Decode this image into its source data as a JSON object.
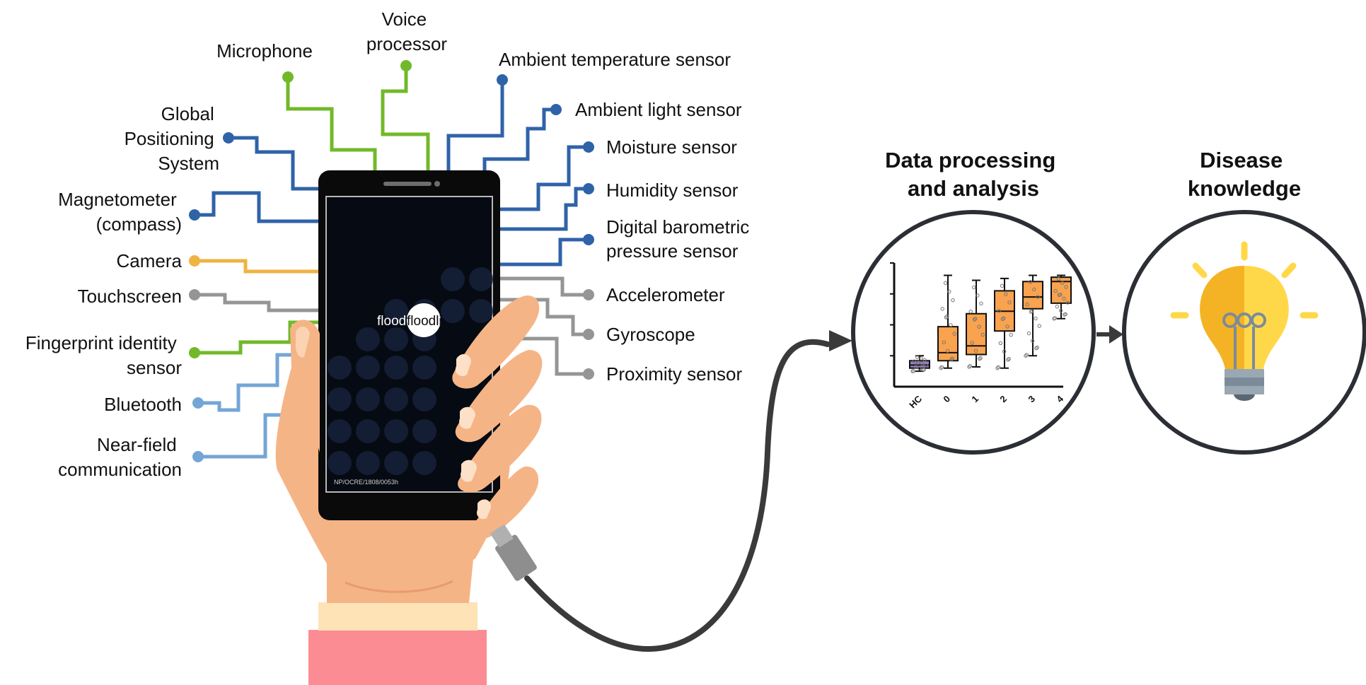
{
  "colors": {
    "blue": "#2f63a8",
    "light_blue": "#73a6d6",
    "green": "#72b929",
    "orange": "#efb342",
    "gray": "#959595",
    "skin": "#f5b486",
    "skin_shadow": "#e89b6c",
    "cuff": "#fde3b5",
    "sleeve": "#fb8c93",
    "phone": "#0a0a0a",
    "cable": "#3a3a3a",
    "box_fill": "#f9a34f",
    "hc_fill": "#9a7fc6"
  },
  "phone": {
    "brand": "floodlight",
    "code": "NP/OCRE/1808/0053h"
  },
  "sensors_left": {
    "gps": [
      "Global",
      "Positioning",
      "System"
    ],
    "magnetometer": [
      "Magnetometer",
      "(compass)"
    ],
    "camera": "Camera",
    "touchscreen": "Touchscreen",
    "fingerprint": [
      "Fingerprint identity",
      "sensor"
    ],
    "bluetooth": "Bluetooth",
    "nfc": [
      "Near-field",
      "communication"
    ]
  },
  "sensors_top": {
    "microphone": "Microphone",
    "voice": [
      "Voice",
      "processor"
    ]
  },
  "sensors_right": {
    "ambient_temp": "Ambient temperature sensor",
    "ambient_light": "Ambient light sensor",
    "moisture": "Moisture sensor",
    "humidity": "Humidity sensor",
    "barometric": [
      "Digital barometric",
      "pressure sensor"
    ],
    "accelerometer": "Accelerometer",
    "gyroscope": "Gyroscope",
    "proximity": "Proximity sensor"
  },
  "stages": {
    "processing": [
      "Data processing",
      "and analysis"
    ],
    "knowledge": [
      "Disease",
      "knowledge"
    ]
  },
  "chart_data": {
    "type": "box",
    "categories": [
      "HC",
      "0",
      "1",
      "2",
      "3",
      "4"
    ],
    "boxes": [
      {
        "min": 0.25,
        "q1": 0.3,
        "median": 0.35,
        "q3": 0.42,
        "max": 0.5
      },
      {
        "min": 0.3,
        "q1": 0.42,
        "median": 0.55,
        "q3": 0.97,
        "max": 1.8
      },
      {
        "min": 0.32,
        "q1": 0.52,
        "median": 0.66,
        "q3": 1.18,
        "max": 1.72
      },
      {
        "min": 0.3,
        "q1": 0.9,
        "median": 1.22,
        "q3": 1.55,
        "max": 1.75
      },
      {
        "min": 0.5,
        "q1": 1.26,
        "median": 1.45,
        "q3": 1.7,
        "max": 1.8
      },
      {
        "min": 1.1,
        "q1": 1.35,
        "median": 1.7,
        "q3": 1.77,
        "max": 1.8
      }
    ],
    "ylim": [
      0,
      2
    ],
    "title": "",
    "xlabel": "",
    "ylabel": ""
  }
}
